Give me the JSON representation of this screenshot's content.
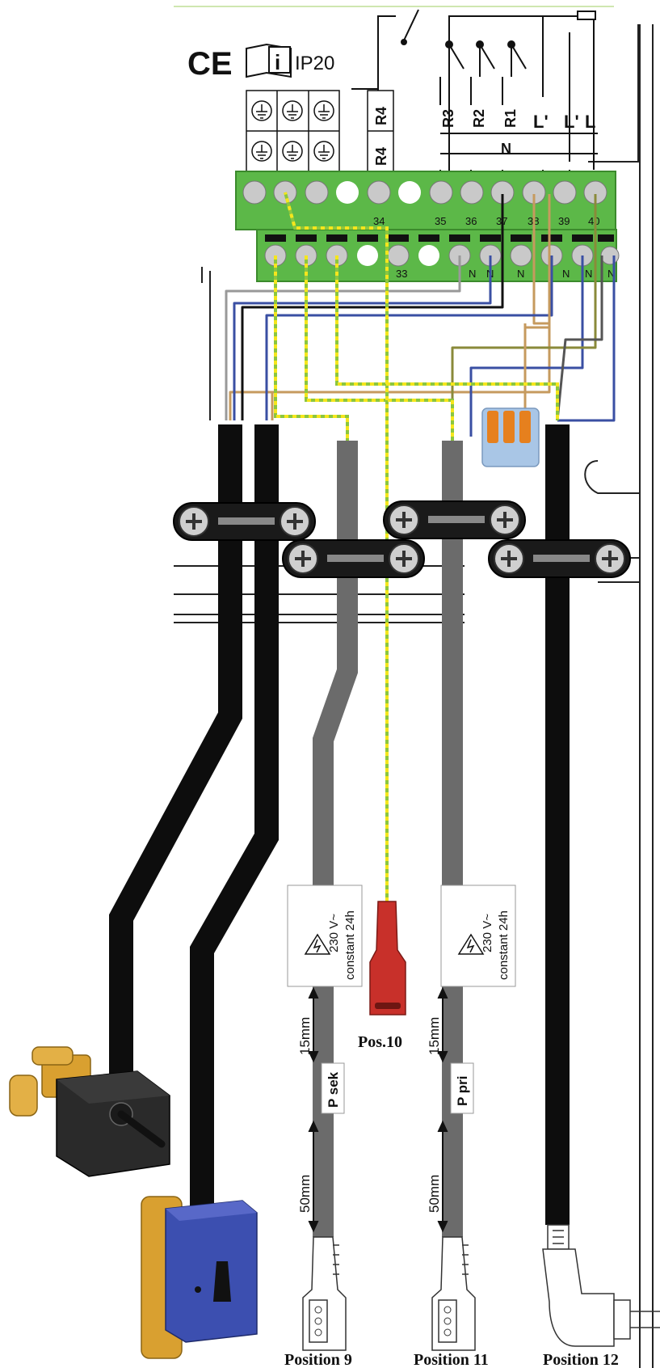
{
  "header": {
    "ce_mark": "CE",
    "ip_rating": "IP20",
    "info_symbol": "i"
  },
  "relay_labels": {
    "top_row": [
      "R4",
      "R3",
      "R2",
      "R1",
      "L'",
      "L'",
      "L"
    ],
    "second_row": [
      "R4"
    ],
    "neutral": "N"
  },
  "terminals": {
    "upper_numbers": [
      "34",
      "35",
      "36",
      "37",
      "38",
      "39",
      "40"
    ],
    "lower_number": "33",
    "neutral_labels": [
      "N",
      "N",
      "N",
      "N",
      "N",
      "N"
    ]
  },
  "warning_boxes": [
    {
      "voltage": "230 V~",
      "note": "constant 24h"
    },
    {
      "voltage": "230 V~",
      "note": "constant 24h"
    }
  ],
  "cable_markers": [
    {
      "strip_1": "15mm",
      "marker": "P sek",
      "strip_2": "50mm"
    },
    {
      "strip_1": "15mm",
      "marker": "P pri",
      "strip_2": "50mm"
    }
  ],
  "position_labels": {
    "pos10": "Pos.10",
    "pos9": "Position 9",
    "pos11": "Position 11",
    "pos12": "Position 12"
  },
  "colors": {
    "terminal_green": "#5cb848",
    "cable_black": "#0d0d0d",
    "cable_grey": "#6b6b6b",
    "wire_blue": "#3a4fa3",
    "wire_brown": "#c69a5e",
    "earth_green": "#8cc63f",
    "earth_yellow": "#f5e61c",
    "connector_red": "#c8302a",
    "valve_brass": "#d9a030",
    "actuator_blue": "#3c4fb0"
  }
}
